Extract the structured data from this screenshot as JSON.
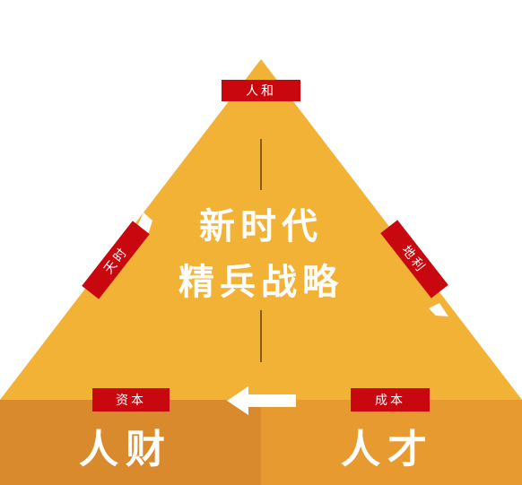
{
  "colors": {
    "triangle": "#f2b236",
    "base_left": "#d98a2c",
    "base_right": "#e79a30",
    "label_red": "#c8070f",
    "text": "#ffffff"
  },
  "center": {
    "line1": "新时代",
    "line2": "精兵战略"
  },
  "labels": {
    "top": "人和",
    "left": "天时",
    "right": "地利",
    "base_left": "资本",
    "base_right": "成本"
  },
  "base": {
    "left_text": "人财",
    "right_text": "人才",
    "arrow_icon": "arrow-left-icon"
  }
}
